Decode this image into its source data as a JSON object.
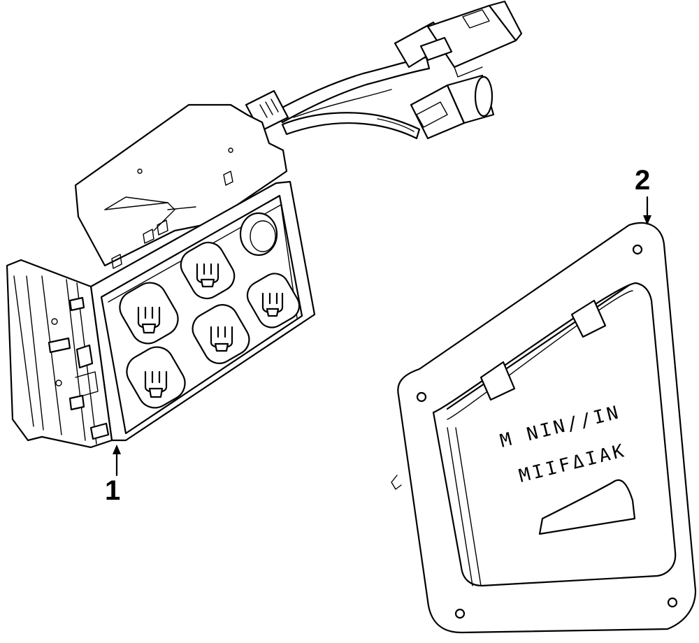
{
  "callouts": {
    "part_1": "1",
    "part_2": "2"
  },
  "lid_text": {
    "line_1": "M NIN//IN",
    "line_2": "MIIFΔIAK"
  }
}
